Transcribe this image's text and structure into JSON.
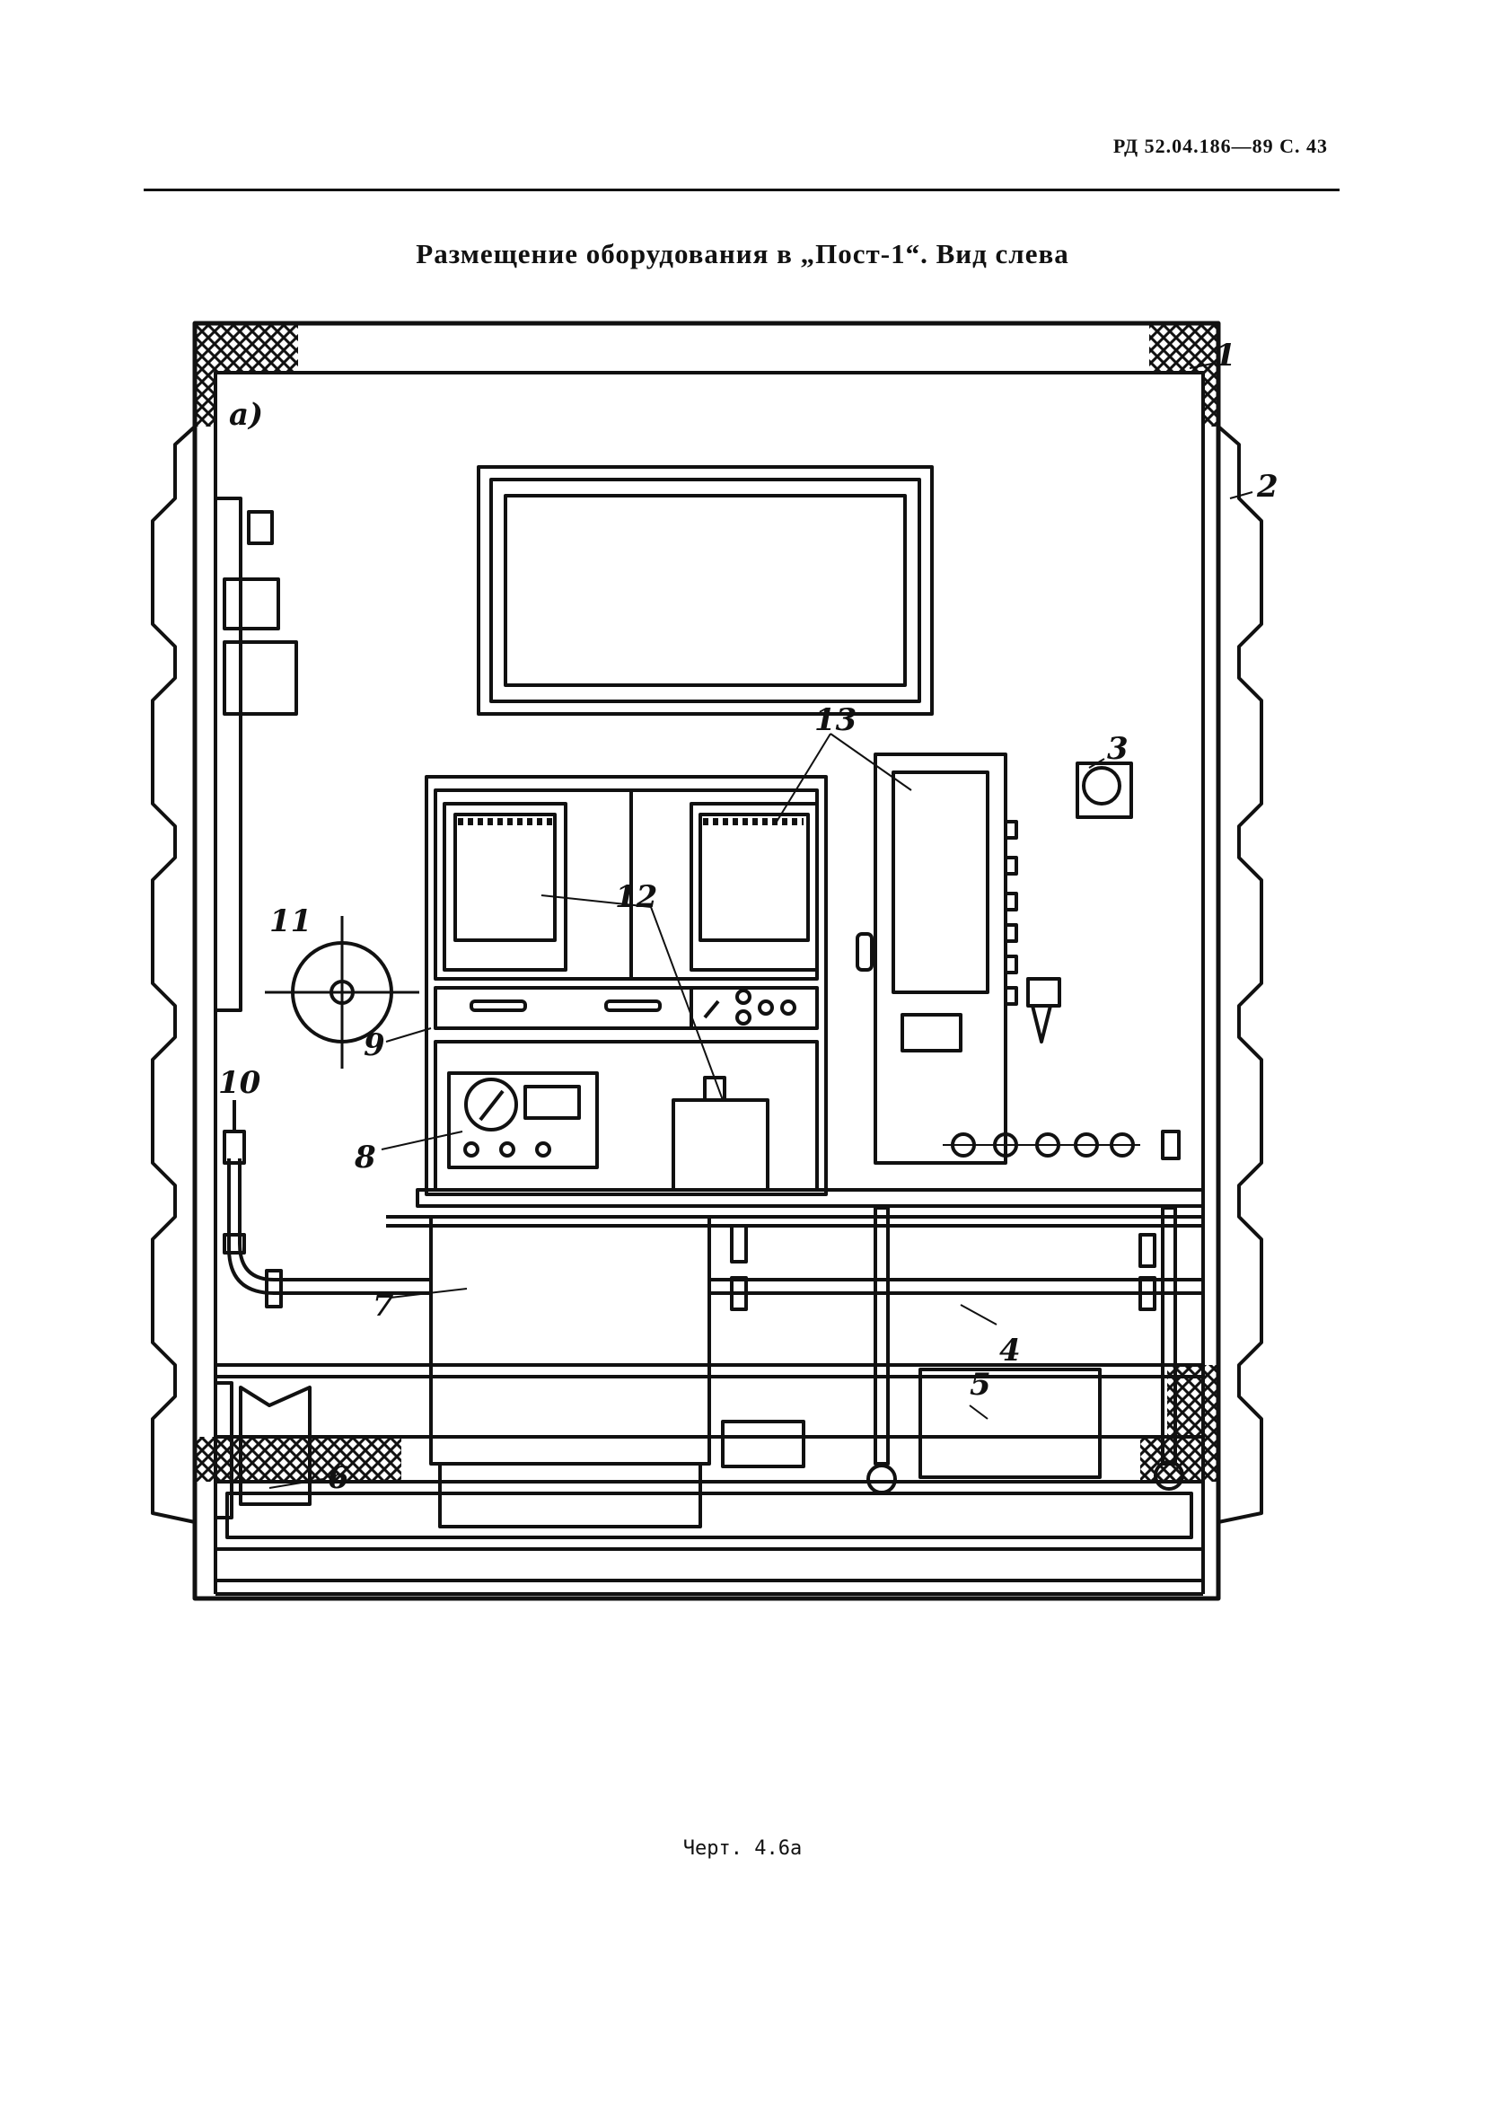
{
  "header": {
    "doc_ref": "РД 52.04.186—89 С. 43"
  },
  "title": "Размещение оборудования в „Пост-1“. Вид слева",
  "diagram": {
    "view_label": "а)",
    "callouts": [
      "1",
      "2",
      "3",
      "4",
      "5",
      "6",
      "7",
      "8",
      "9",
      "10",
      "11",
      "12",
      "13"
    ]
  },
  "caption": "Черт. 4.6а"
}
